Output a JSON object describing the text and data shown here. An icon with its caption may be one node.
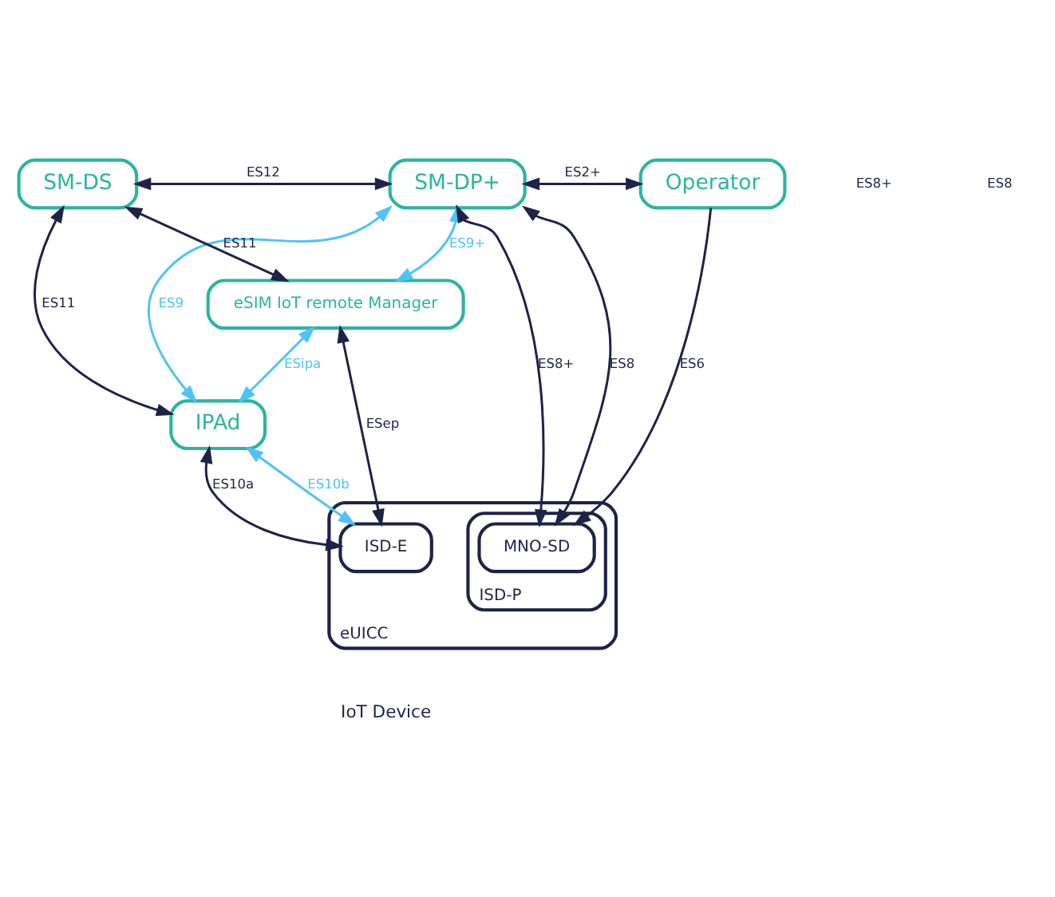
{
  "diagram": {
    "nodes": [
      {
        "text": [
          "SM-DP+"
        ]
      },
      {
        "text": [
          "Operator"
        ]
      },
      {
        "text": [
          "SM-DS"
        ]
      },
      {
        "text": [
          "eSIM IoT remote Manager"
        ]
      },
      {
        "text": [
          "IPAd"
        ]
      },
      {
        "text": [
          "eUICC"
        ],
        "beside": [
          "IoT Device"
        ]
      },
      {
        "text": [
          "ISD-E"
        ],
        "in": 5
      },
      {
        "text": [
          "ISD-P"
        ],
        "in": 5
      },
      {
        "text": [
          "MNO-SD"
        ],
        "in": 7
      }
    ],
    "edges": [
      {
        "from": 2,
        "to": 0,
        "arrow": "both",
        "label": "ES12"
      },
      {
        "from": 0,
        "to": 1,
        "arrow": "both",
        "label": "ES2+"
      },
      {
        "from": 2,
        "to": 3,
        "arrow": "both",
        "label": "ES11"
      },
      {
        "from": 2,
        "to": 4,
        "arrow": "both",
        "label": "ES11"
      },
      {
        "from": 0,
        "to": 3,
        "arrow": "both",
        "label": "ES9+",
        "color": "#4fc3f7"
      },
      {
        "from": 0,
        "to": 8,
        "arrow": "both",
        "label": "ES8"
      },
      {
        "from": 0,
        "to": 8,
        "arrow": "both",
        "label": "ES8+"
      },
      {
        "from": 0,
        "to": 4,
        "arrow": "both",
        "label": "ES9",
        "color": "#4fc3f7"
      },
      {
        "from": 3,
        "to": 4,
        "arrow": "both",
        "label": "ESipa",
        "color": "#4fc3f7"
      },
      {
        "from": 3,
        "to": 6,
        "arrow": "both",
        "label": "ESep"
      },
      {
        "from": 4,
        "to": 6,
        "arrow": "both",
        "label": "ES10a"
      },
      {
        "from": 4,
        "to": 6,
        "arrow": "both",
        "label": "ES10b",
        "color": "#4fc3f7"
      },
      {
        "from": 1,
        "to": 8,
        "arrow": "to",
        "label": "ES6"
      }
    ],
    "labels": [
      "ES8+",
      "ES8"
    ]
  }
}
